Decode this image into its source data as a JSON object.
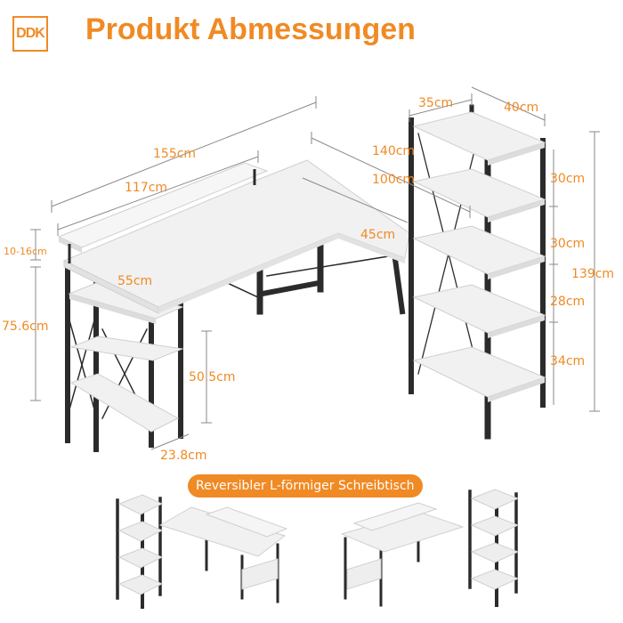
{
  "brand": {
    "logo_text": "DDK"
  },
  "header": {
    "title": "Produkt Abmessungen"
  },
  "colors": {
    "accent": "#f08a24",
    "desk_top": "#f1f1f1",
    "frame": "#2b2b2b",
    "dim_line": "#8a8a8a"
  },
  "dimensions": {
    "d155": "155cm",
    "d117": "117cm",
    "d140": "140cm",
    "d100": "100cm",
    "d45": "45cm",
    "d55": "55cm",
    "d10_16": "10-16cm",
    "d75_6": "75.6cm",
    "d50_5": "50.5cm",
    "d23_8": "23.8cm",
    "d35": "35cm",
    "d40": "40cm",
    "d30a": "30cm",
    "d30b": "30cm",
    "d28": "28cm",
    "d34": "34cm",
    "d139": "139cm"
  },
  "banner": {
    "reversible_label": "Reversibler L-förmiger Schreibtisch"
  }
}
